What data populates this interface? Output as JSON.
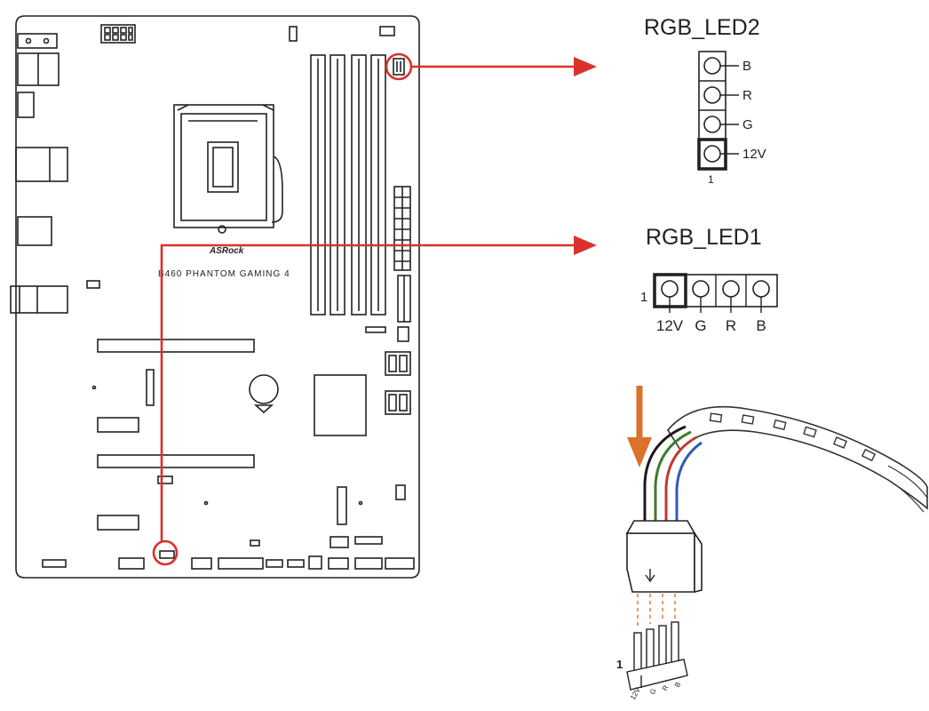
{
  "board": {
    "brand": "ASRock",
    "model": "B460 PHANTOM GAMING 4"
  },
  "led2": {
    "title": "RGB_LED2",
    "pins": [
      "B",
      "R",
      "G",
      "12V"
    ],
    "pin_one": "1"
  },
  "led1": {
    "title": "RGB_LED1",
    "pins": [
      "12V",
      "G",
      "R",
      "B"
    ],
    "pin_one": "1"
  },
  "strip": {
    "pin_one": "1",
    "pins": [
      "12V",
      "G",
      "R",
      "B"
    ]
  },
  "colors": {
    "callout": "#d9312b",
    "press_arrow": "#d9722b",
    "board_line": "#222222",
    "wires": [
      "#1a1a1a",
      "#3a7d2c",
      "#c0392b",
      "#2f5bb8"
    ]
  }
}
